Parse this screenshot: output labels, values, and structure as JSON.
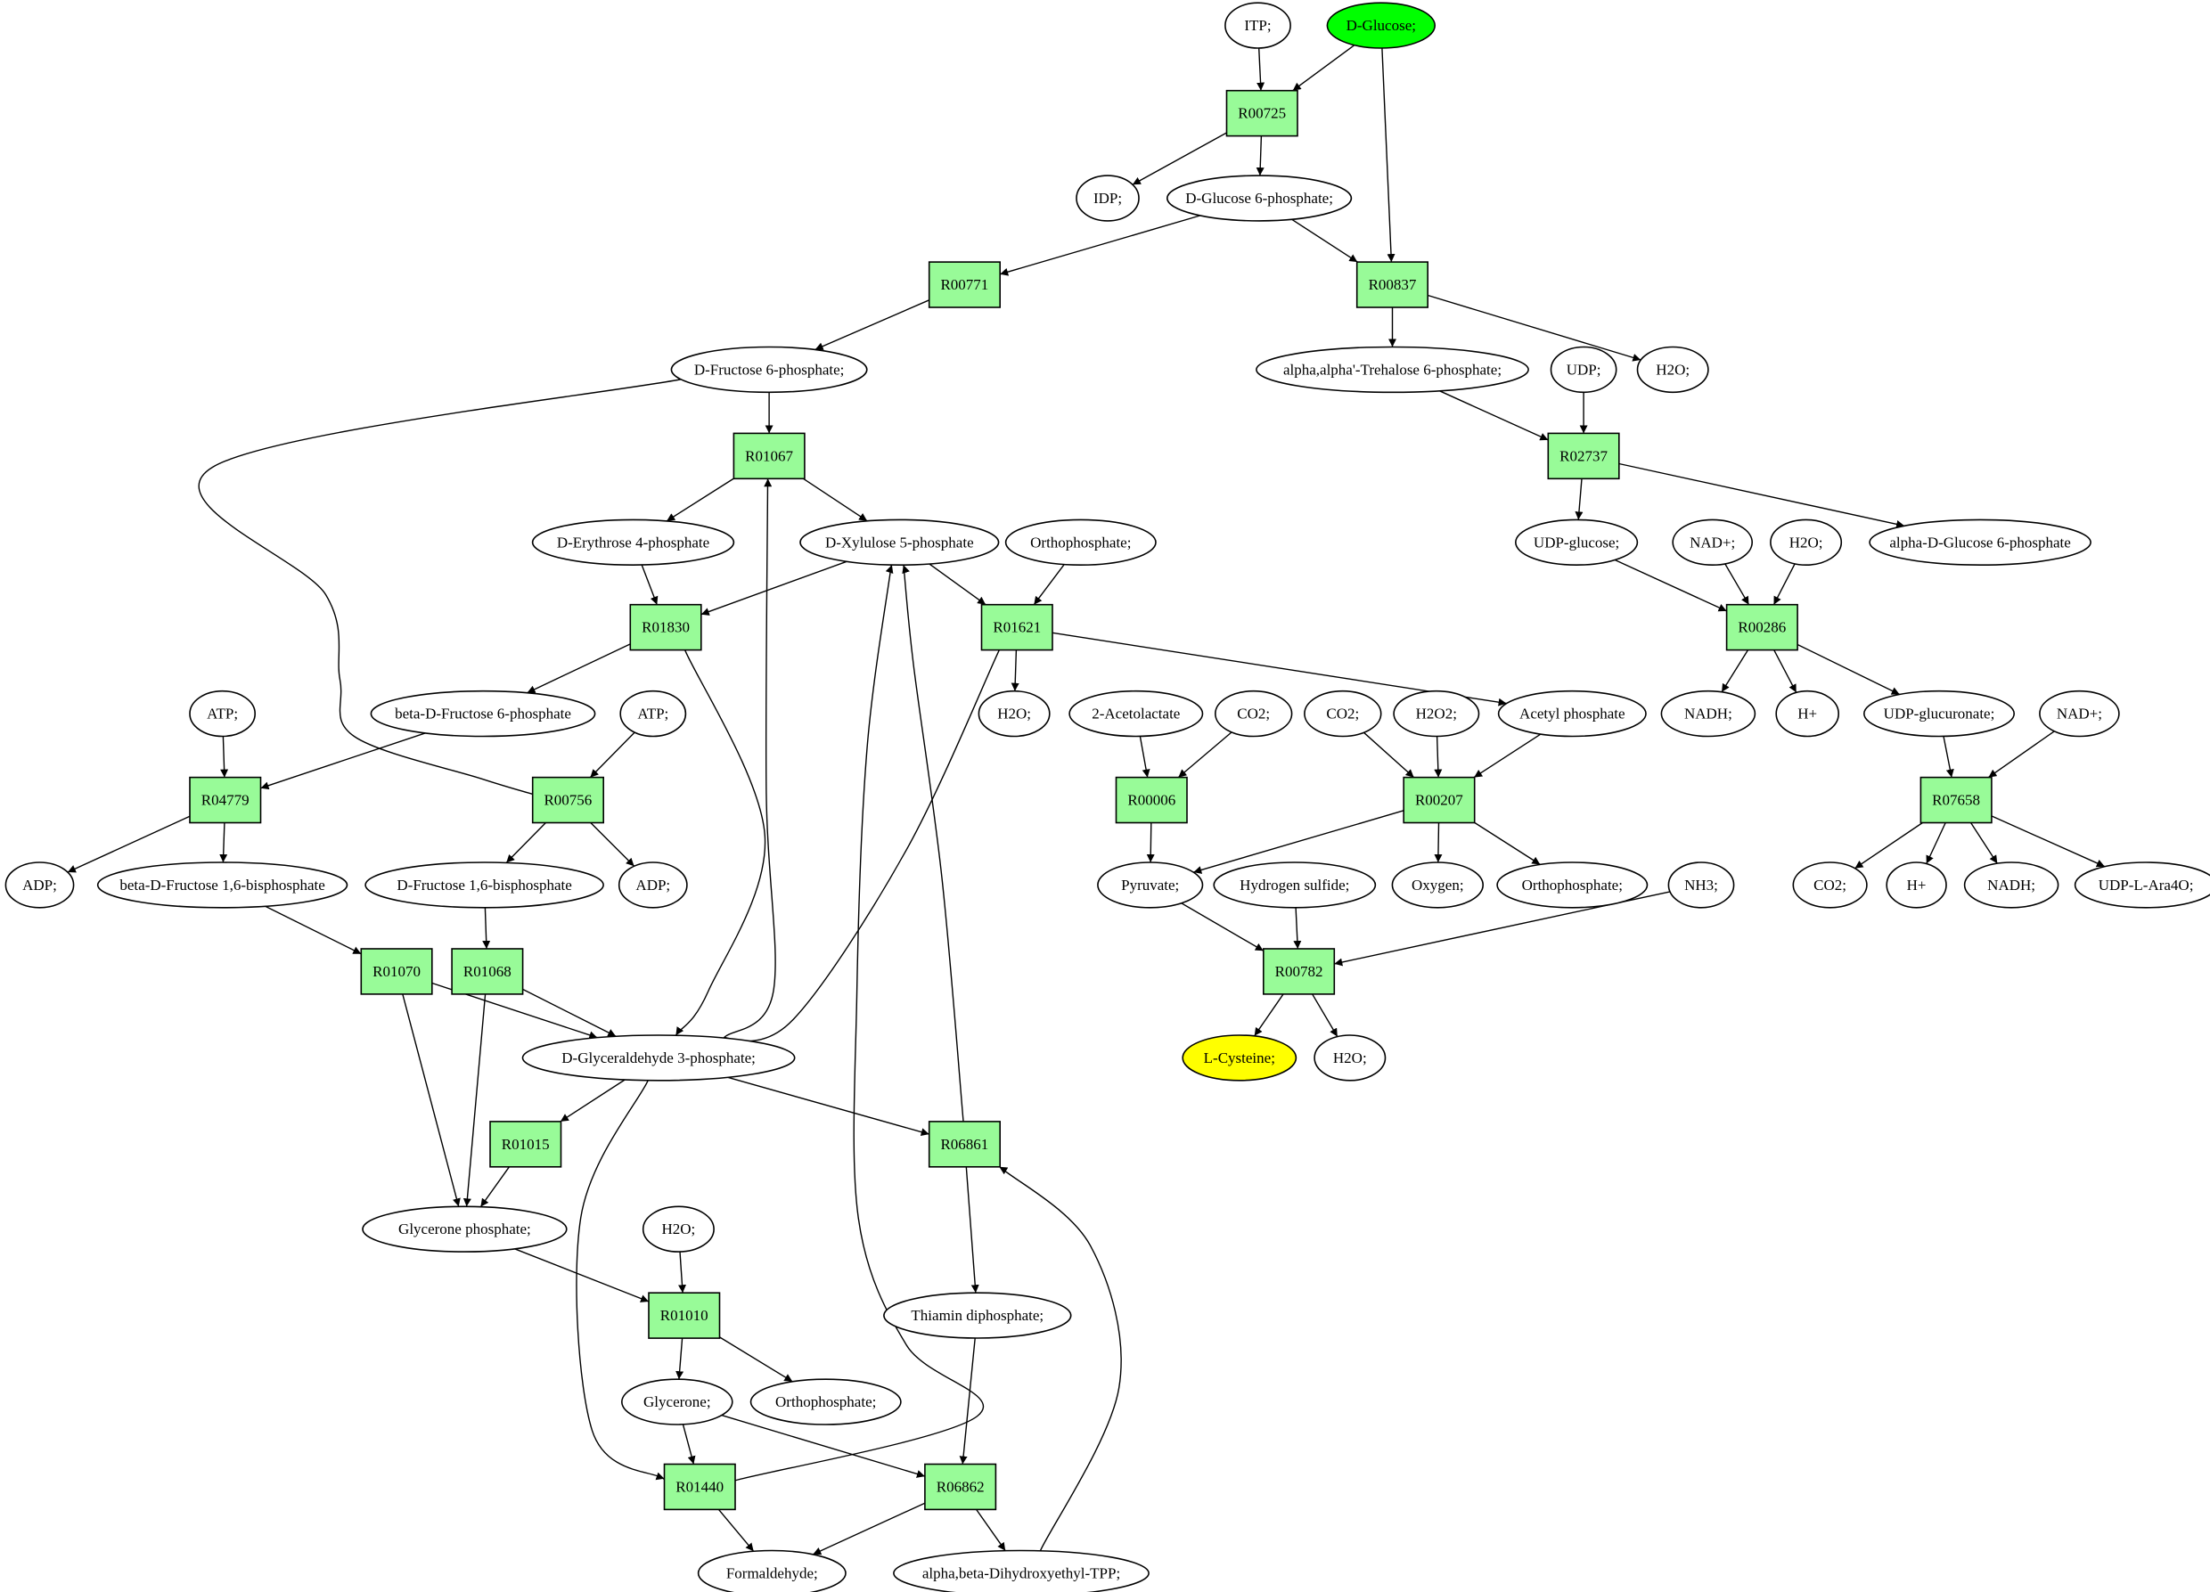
{
  "colors": {
    "reaction": "#98fb98",
    "metabolite": "#ffffff",
    "source": "#00ff00",
    "target": "#ffff00",
    "stroke": "#000000"
  },
  "reactions": [
    "R00725",
    "R00771",
    "R00837",
    "R02737",
    "R01067",
    "R01830",
    "R01621",
    "R04779",
    "R00756",
    "R00006",
    "R00207",
    "R00286",
    "R07658",
    "R01070",
    "R01068",
    "R00782",
    "R01015",
    "R06861",
    "R01010",
    "R01440",
    "R06862"
  ],
  "metabolites": {
    "itp": "ITP;",
    "dglucose": "D-Glucose;",
    "idp": "IDP;",
    "g6p": "D-Glucose 6-phosphate;",
    "f6p": "D-Fructose 6-phosphate;",
    "t6p": "alpha,alpha'-Trehalose 6-phosphate;",
    "udp": "UDP;",
    "h2o_a": "H2O;",
    "e4p": "D-Erythrose 4-phosphate",
    "x5p": "D-Xylulose 5-phosphate",
    "pi_a": "Orthophosphate;",
    "udpglc": "UDP-glucose;",
    "nad_a": "NAD+;",
    "h2o_b": "H2O;",
    "ag6p": "alpha-D-Glucose 6-phosphate",
    "atp_a": "ATP;",
    "bf6p": "beta-D-Fructose 6-phosphate",
    "atp_b": "ATP;",
    "h2o_c": "H2O;",
    "acl": "2-Acetolactate",
    "co2_a": "CO2;",
    "co2_b": "CO2;",
    "h2o2": "H2O2;",
    "acp": "Acetyl phosphate",
    "nadh_a": "NADH;",
    "hplus_a": "H+",
    "udpglca": "UDP-glucuronate;",
    "nad_b": "NAD+;",
    "adp_a": "ADP;",
    "bfbp": "beta-D-Fructose 1,6-bisphosphate",
    "fbp": "D-Fructose 1,6-bisphosphate",
    "adp_b": "ADP;",
    "pyr": "Pyruvate;",
    "h2s": "Hydrogen sulfide;",
    "oxy": "Oxygen;",
    "pi_b": "Orthophosphate;",
    "nh3": "NH3;",
    "co2_c": "CO2;",
    "hplus_b": "H+",
    "nadh_b": "NADH;",
    "udpara": "UDP-L-Ara4O;",
    "gap": "D-Glyceraldehyde 3-phosphate;",
    "cys": "L-Cysteine;",
    "h2o_d": "H2O;",
    "dhap": "Glycerone phosphate;",
    "h2o_e": "H2O;",
    "tpp": "Thiamin diphosphate;",
    "glycerone": "Glycerone;",
    "pi_c": "Orthophosphate;",
    "hcho": "Formaldehyde;",
    "dhetpp": "alpha,beta-Dihydroxyethyl-TPP;"
  },
  "edges": [
    [
      "itp",
      "R00725"
    ],
    [
      "dglucose",
      "R00725"
    ],
    [
      "R00725",
      "idp"
    ],
    [
      "R00725",
      "g6p"
    ],
    [
      "dglucose",
      "R00837"
    ],
    [
      "g6p",
      "R00837"
    ],
    [
      "g6p",
      "R00771"
    ],
    [
      "R00771",
      "f6p"
    ],
    [
      "R00837",
      "t6p"
    ],
    [
      "R00837",
      "h2o_a"
    ],
    [
      "t6p",
      "R02737"
    ],
    [
      "udp",
      "R02737"
    ],
    [
      "R02737",
      "udpglc"
    ],
    [
      "R02737",
      "ag6p"
    ],
    [
      "f6p",
      "R01067"
    ],
    [
      "f6p",
      "R00756"
    ],
    [
      "R01067",
      "e4p"
    ],
    [
      "R01067",
      "x5p"
    ],
    [
      "e4p",
      "R01830"
    ],
    [
      "x5p",
      "R01830"
    ],
    [
      "x5p",
      "R01621"
    ],
    [
      "pi_a",
      "R01621"
    ],
    [
      "R01830",
      "bf6p"
    ],
    [
      "R01830",
      "gap"
    ],
    [
      "R01621",
      "h2o_c"
    ],
    [
      "R01621",
      "acp"
    ],
    [
      "R01621",
      "gap"
    ],
    [
      "gap",
      "R01067"
    ],
    [
      "udpglc",
      "R00286"
    ],
    [
      "nad_a",
      "R00286"
    ],
    [
      "h2o_b",
      "R00286"
    ],
    [
      "R00286",
      "nadh_a"
    ],
    [
      "R00286",
      "hplus_a"
    ],
    [
      "R00286",
      "udpglca"
    ],
    [
      "udpglca",
      "R07658"
    ],
    [
      "nad_b",
      "R07658"
    ],
    [
      "R07658",
      "co2_c"
    ],
    [
      "R07658",
      "hplus_b"
    ],
    [
      "R07658",
      "nadh_b"
    ],
    [
      "R07658",
      "udpara"
    ],
    [
      "atp_a",
      "R04779"
    ],
    [
      "bf6p",
      "R04779"
    ],
    [
      "R04779",
      "adp_a"
    ],
    [
      "R04779",
      "bfbp"
    ],
    [
      "atp_b",
      "R00756"
    ],
    [
      "R00756",
      "fbp"
    ],
    [
      "R00756",
      "adp_b"
    ],
    [
      "acl",
      "R00006"
    ],
    [
      "co2_a",
      "R00006"
    ],
    [
      "R00006",
      "pyr"
    ],
    [
      "co2_b",
      "R00207"
    ],
    [
      "h2o2",
      "R00207"
    ],
    [
      "acp",
      "R00207"
    ],
    [
      "R00207",
      "pyr"
    ],
    [
      "R00207",
      "oxy"
    ],
    [
      "R00207",
      "pi_b"
    ],
    [
      "bfbp",
      "R01070"
    ],
    [
      "R01070",
      "gap"
    ],
    [
      "R01070",
      "dhap"
    ],
    [
      "fbp",
      "R01068"
    ],
    [
      "R01068",
      "gap"
    ],
    [
      "R01068",
      "dhap"
    ],
    [
      "pyr",
      "R00782"
    ],
    [
      "h2s",
      "R00782"
    ],
    [
      "nh3",
      "R00782"
    ],
    [
      "R00782",
      "cys"
    ],
    [
      "R00782",
      "h2o_d"
    ],
    [
      "gap",
      "R01015"
    ],
    [
      "R01015",
      "dhap"
    ],
    [
      "gap",
      "R06861"
    ],
    [
      "gap",
      "R01440"
    ],
    [
      "R06861",
      "x5p"
    ],
    [
      "R06861",
      "tpp"
    ],
    [
      "dhap",
      "R01010"
    ],
    [
      "h2o_e",
      "R01010"
    ],
    [
      "R01010",
      "glycerone"
    ],
    [
      "R01010",
      "pi_c"
    ],
    [
      "glycerone",
      "R01440"
    ],
    [
      "glycerone",
      "R06862"
    ],
    [
      "R01440",
      "x5p"
    ],
    [
      "R01440",
      "hcho"
    ],
    [
      "tpp",
      "R06862"
    ],
    [
      "R06862",
      "hcho"
    ],
    [
      "R06862",
      "dhetpp"
    ],
    [
      "dhetpp",
      "R06861"
    ]
  ]
}
